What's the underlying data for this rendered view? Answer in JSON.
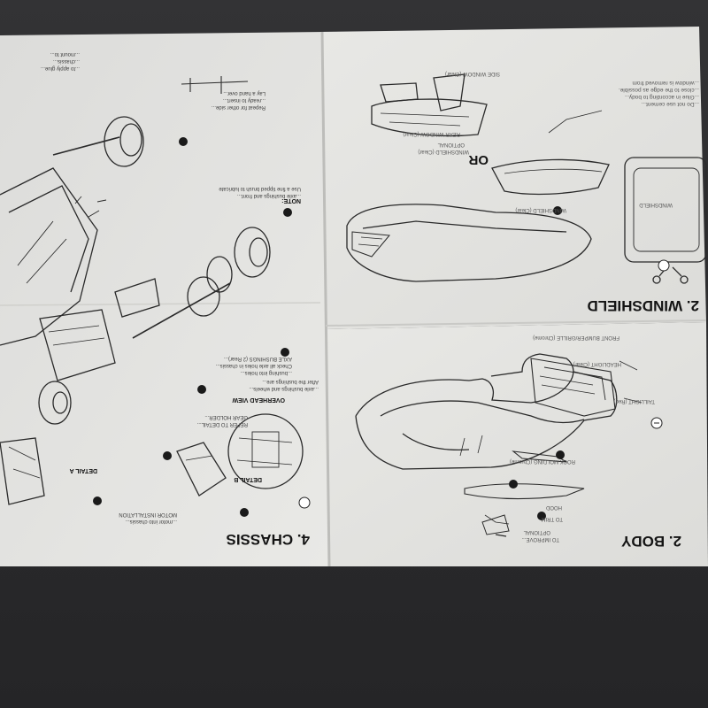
{
  "sections": {
    "body_title": "2. BODY",
    "chassis_title": "4. CHASSIS",
    "windshield_title": "2. WINDSHIELD"
  },
  "labels": {
    "or": "OR",
    "overhead_view": "OVERHEAD VIEW",
    "detail_b": "DETAIL B",
    "detail_a": "DETAIL A",
    "note": "NOTE:"
  },
  "colors": {
    "paper": "#e6e6e3",
    "table": "#2e2e30",
    "ink": "#141414"
  }
}
